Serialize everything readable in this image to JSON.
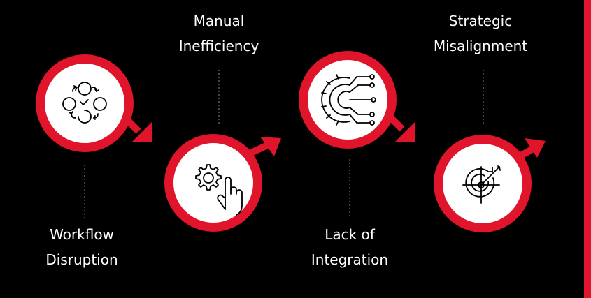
{
  "colors": {
    "background": "#000000",
    "accent": "#e0142a",
    "circle_fill": "#ffffff",
    "icon_stroke": "#000000",
    "text": "#ffffff",
    "connector": "#8a8a8a"
  },
  "steps": [
    {
      "line1": "Workflow",
      "line2": "Disruption",
      "icon": "cycle-arrows-check-icon"
    },
    {
      "line1": "Manual",
      "line2": "Inefficiency",
      "icon": "gear-hand-icon"
    },
    {
      "line1": "Lack of",
      "line2": "Integration",
      "icon": "gear-circuit-icon"
    },
    {
      "line1": "Strategic",
      "line2": "Misalignment",
      "icon": "target-arrow-icon"
    }
  ]
}
